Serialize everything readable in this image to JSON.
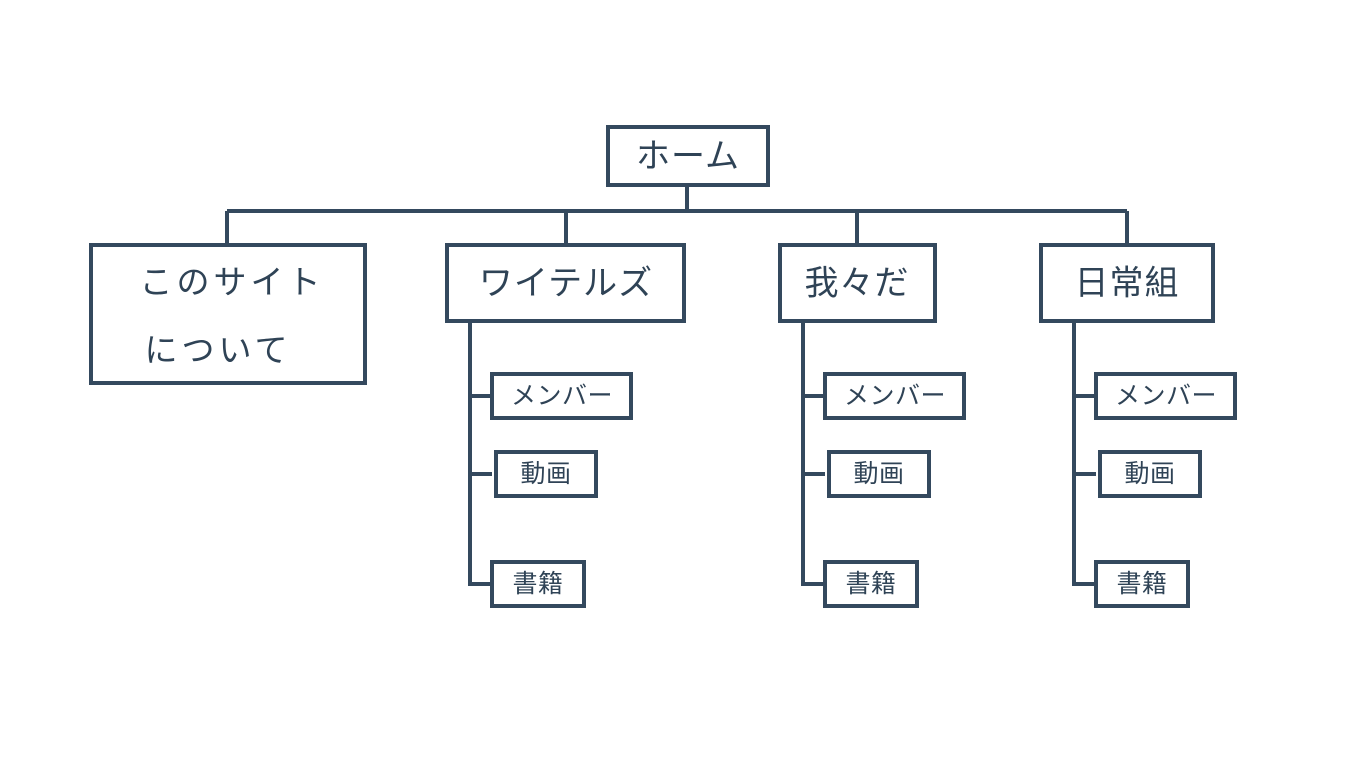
{
  "diagram": {
    "type": "sitemap-tree",
    "orientation": "top-down",
    "stroke_color": "#34495e",
    "text_color": "#2f4356",
    "background_color": "#ffffff",
    "root": {
      "label": "ホーム"
    },
    "groups": [
      {
        "id": "about",
        "label_line1": "このサイト",
        "label_line2": "について",
        "children": []
      },
      {
        "id": "wytells",
        "label": "ワイテルズ",
        "children": [
          {
            "label": "メンバー"
          },
          {
            "label": "動画"
          },
          {
            "label": "書籍"
          }
        ]
      },
      {
        "id": "wareware-da",
        "label": "我々だ",
        "children": [
          {
            "label": "メンバー"
          },
          {
            "label": "動画"
          },
          {
            "label": "書籍"
          }
        ]
      },
      {
        "id": "nichijou-gumi",
        "label": "日常組",
        "children": [
          {
            "label": "メンバー"
          },
          {
            "label": "動画"
          },
          {
            "label": "書籍"
          }
        ]
      }
    ]
  }
}
